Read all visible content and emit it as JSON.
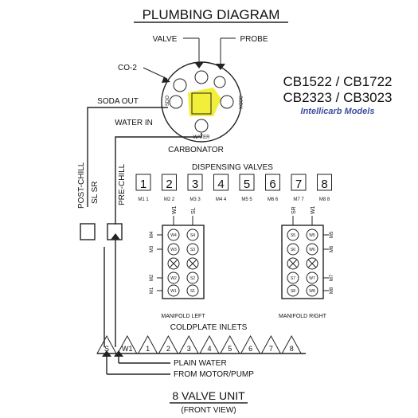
{
  "title": "PLUMBING DIAGRAM",
  "models": {
    "line1": "CB1522 / CB1722",
    "line2": "CB2323 / CB3023",
    "subtitle": "Intellicarb Models",
    "subtitle_color": "#3b4fa0"
  },
  "carbonator": {
    "label": "CARBONATOR",
    "valve": "VALVE",
    "probe": "PROBE",
    "co2": "CO-2",
    "soda_out": "SODA OUT",
    "water_in": "WATER IN",
    "port_sdo": "SDO",
    "port_sodx": "SODX",
    "port_water": "WATER",
    "highlight_color": "#f2ef3a"
  },
  "chill": {
    "post_chill": "POST-CHILL",
    "sl_sr": "SL SR",
    "pre_chill": "PRE-CHILL"
  },
  "dispensing": {
    "label": "DISPENSING VALVES",
    "valves": [
      {
        "num": "1",
        "sub": "M1 1"
      },
      {
        "num": "2",
        "sub": "M2 2"
      },
      {
        "num": "3",
        "sub": "M3 3"
      },
      {
        "num": "4",
        "sub": "M4 4"
      },
      {
        "num": "5",
        "sub": "M5 5"
      },
      {
        "num": "6",
        "sub": "M6 6"
      },
      {
        "num": "7",
        "sub": "M7 7"
      },
      {
        "num": "8",
        "sub": "M8 8"
      }
    ]
  },
  "manifold_left": {
    "label": "MANIFOLD LEFT",
    "top_labels": [
      "W1",
      "SL"
    ],
    "side_labels": [
      "M4",
      "M3",
      "M2",
      "M1"
    ],
    "left_col": [
      "W4",
      "W3",
      "",
      "W2",
      "W1"
    ],
    "right_col": [
      "S4",
      "S3",
      "",
      "S2",
      "S1"
    ]
  },
  "manifold_right": {
    "label": "MANIFOLD RIGHT",
    "top_labels": [
      "SR",
      "W1"
    ],
    "side_labels": [
      "M5",
      "M6",
      "M7",
      "M8"
    ],
    "left_col": [
      "S5",
      "S6",
      "",
      "S7",
      "S8"
    ],
    "right_col": [
      "W5",
      "W6",
      "",
      "W7",
      "W8"
    ]
  },
  "coldplate": {
    "label": "COLDPLATE INLETS",
    "inlets": [
      "S",
      "W1",
      "1",
      "2",
      "3",
      "4",
      "5",
      "6",
      "7",
      "8"
    ]
  },
  "bottom": {
    "plain_water": "PLAIN WATER",
    "from_motor": "FROM MOTOR/PUMP",
    "unit": "8 VALVE UNIT",
    "front_view": "(FRONT VIEW)"
  }
}
